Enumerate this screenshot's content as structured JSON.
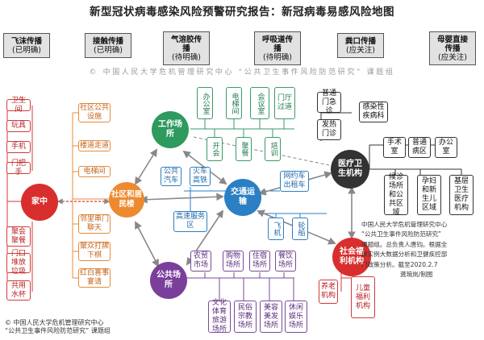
{
  "title": "新型冠状病毒感染风险预警研究报告：新冠病毒易感风险地图",
  "transmission": [
    {
      "name": "飞沫传播",
      "status": "(已明确)"
    },
    {
      "name": "接触传播",
      "status": "(已明确)"
    },
    {
      "name": "气溶胶传播",
      "status": "(待明确)"
    },
    {
      "name": "呼吸道传播",
      "status": "(待明确)"
    },
    {
      "name": "粪口传播",
      "status": "(应关注)"
    },
    {
      "name": "母婴直接传播",
      "status": "(应关注)"
    }
  ],
  "watermark": "© 中国人民大学危机管理研究中心 “公共卫生事件风险防范研究” 课题组",
  "nodes": {
    "home": "家中",
    "community": "社区和居民楼",
    "work": "工作场所",
    "transport": "交通运输",
    "medical": "医疗卫生机构",
    "welfare": "社会福利机构",
    "public": "公共场所"
  },
  "home_items": [
    "卫生间",
    "玩具",
    "手机",
    "门把手",
    "聚会聚餐",
    "门口堆放垃圾",
    "共用水杯"
  ],
  "community_items": [
    "社区公共设施",
    "楼道走道",
    "电梯间",
    "邻里串门聊天",
    "聚众打牌下棋",
    "红白喜事宴请"
  ],
  "work_items": {
    "top": [
      "办公室",
      "电梯间",
      "会议室",
      "门厅过道"
    ],
    "bottom": [
      "开会",
      "聚餐",
      "培训"
    ]
  },
  "transport_items": {
    "left": [
      "公共汽车",
      "火车高铁"
    ],
    "service": "高速服务区",
    "right": "网约车出租车",
    "bottom": [
      "飞机",
      "轮船"
    ]
  },
  "medical_items": {
    "top": [
      "普通门急诊",
      "感染性疾病科",
      "发热门诊"
    ],
    "row": [
      "手术室",
      "普通病区",
      "办公室"
    ],
    "bottom": [
      "候诊场所和公共区域",
      "孕妇和新生儿区域",
      "基层卫生医疗机构"
    ]
  },
  "welfare_items": [
    "养老机构",
    "儿童福利机构"
  ],
  "public_items": {
    "top": [
      "农贸市场",
      "购物场所",
      "住宿场所",
      "餐饮场所"
    ],
    "bottom": [
      "文化体育旅游场所",
      "民俗宗教场所",
      "美容美发场所",
      "休闲娱乐场所"
    ]
  },
  "credit": [
    "中国人民大学危机管理研究中心",
    "“公共卫生事件风险防范研究”",
    "课题组。总负责人唐钧。根据全",
    "球实例大数据分析和卫健疾控部",
    "门政策分析。截至2020.2.7",
    "龚琬岚/制图"
  ],
  "footer": [
    "© 中国人民大学危机管理研究中心",
    "“公共卫生事件风险防范研究” 课题组"
  ]
}
